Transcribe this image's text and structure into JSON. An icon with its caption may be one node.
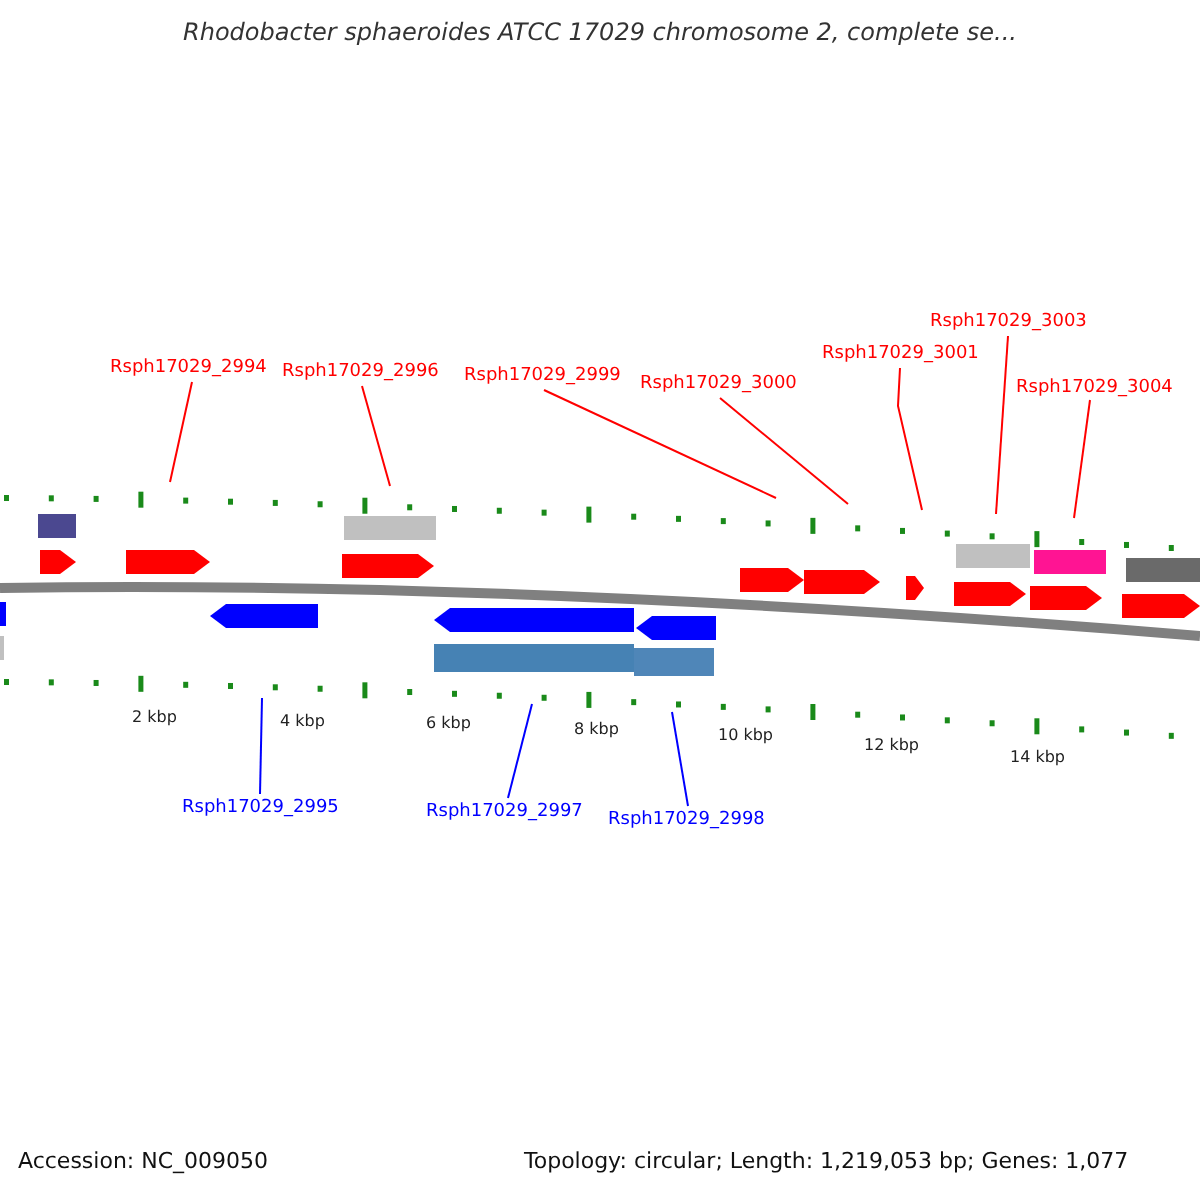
{
  "diagram": {
    "title": "Rhodobacter sphaeroides ATCC 17029 chromosome 2, complete se...",
    "nodes": [
      {
        "text": [
          "Rsph17029_2994"
        ]
      },
      {
        "text": [
          "Rsph17029_2996"
        ]
      },
      {
        "text": [
          "Rsph17029_2999"
        ]
      },
      {
        "text": [
          "Rsph17029_3000"
        ]
      },
      {
        "text": [
          "Rsph17029_3001"
        ]
      },
      {
        "text": [
          "Rsph17029_3003"
        ]
      },
      {
        "text": [
          "Rsph17029_3004"
        ]
      },
      {
        "text": [
          "Rsph17029_2995"
        ]
      },
      {
        "text": [
          "Rsph17029_2997"
        ]
      },
      {
        "text": [
          "Rsph17029_2998"
        ]
      }
    ],
    "edges": [
      {
        "from": 0,
        "to": null,
        "arrow": "none"
      },
      {
        "from": 1,
        "to": null,
        "arrow": "none"
      },
      {
        "from": 2,
        "to": null,
        "arrow": "none"
      },
      {
        "from": 3,
        "to": null,
        "arrow": "none"
      },
      {
        "from": 4,
        "to": null,
        "arrow": "none"
      },
      {
        "from": 5,
        "to": null,
        "arrow": "none"
      },
      {
        "from": 6,
        "to": null,
        "arrow": "none"
      },
      {
        "from": 7,
        "to": null,
        "arrow": "none",
        "color": "#0000ff"
      },
      {
        "from": 8,
        "to": null,
        "arrow": "none",
        "color": "#0000ff"
      },
      {
        "from": 9,
        "to": null,
        "arrow": "none",
        "color": "#0000ff"
      }
    ],
    "labels": [
      "2 kbp",
      "4 kbp",
      "6 kbp",
      "8 kbp",
      "10 kbp",
      "12 kbp",
      "14 kbp",
      "Accession: NC_009050",
      "Topology: circular; Length: 1,219,053 bp; Genes: 1,077"
    ]
  }
}
